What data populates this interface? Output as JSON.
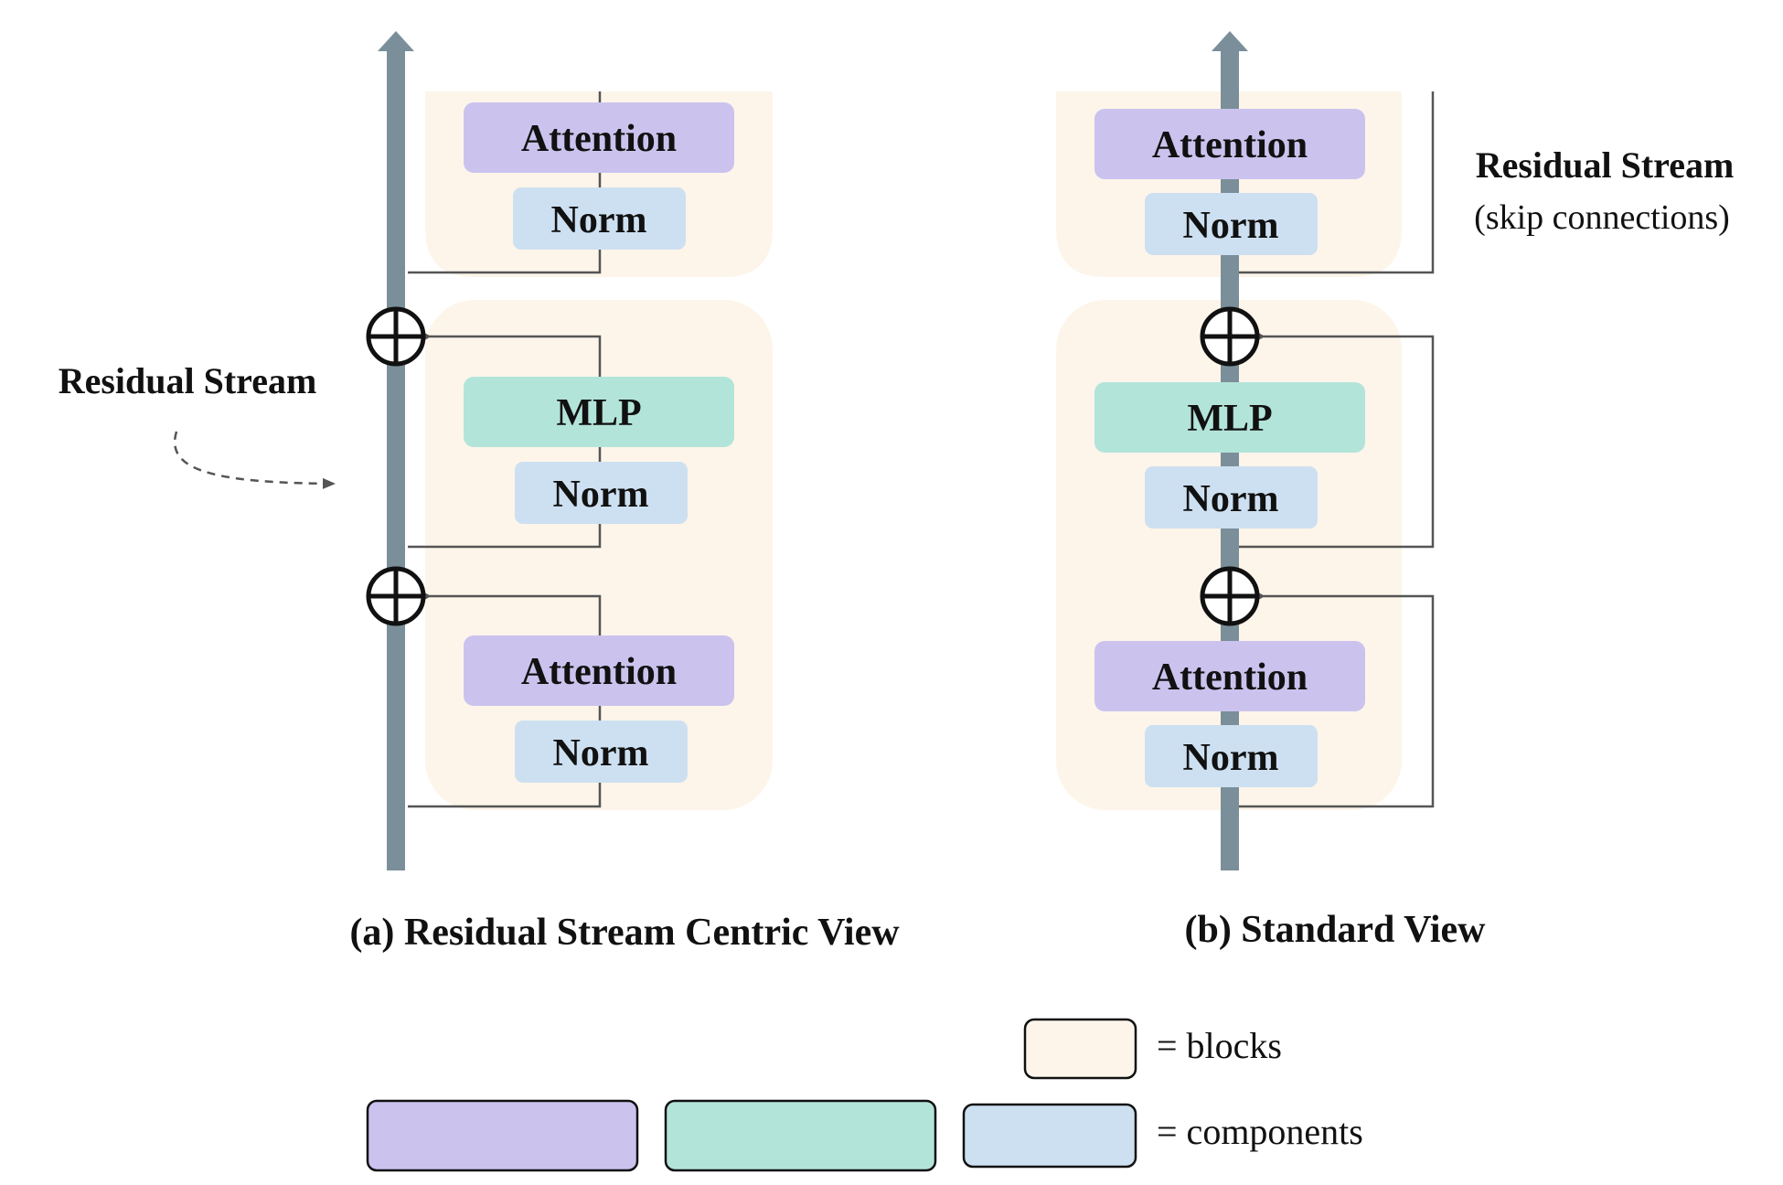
{
  "colors": {
    "block": "#fdf5ea",
    "attention": "#cbc3ee",
    "mlp": "#b3e4d9",
    "norm": "#cde0f1",
    "stream": "#7a8f9a",
    "line": "#555555",
    "text": "#111111"
  },
  "labels": {
    "attention": "Attention",
    "mlp": "MLP",
    "norm": "Norm"
  },
  "panel_a": {
    "caption": "(a) Residual Stream Centric View",
    "stream_label": "Residual Stream"
  },
  "panel_b": {
    "caption": "(b) Standard View",
    "stream_label": "Residual Stream",
    "stream_sublabel": "(skip connections)"
  },
  "legend": {
    "blocks": "= blocks",
    "components": "= components"
  }
}
